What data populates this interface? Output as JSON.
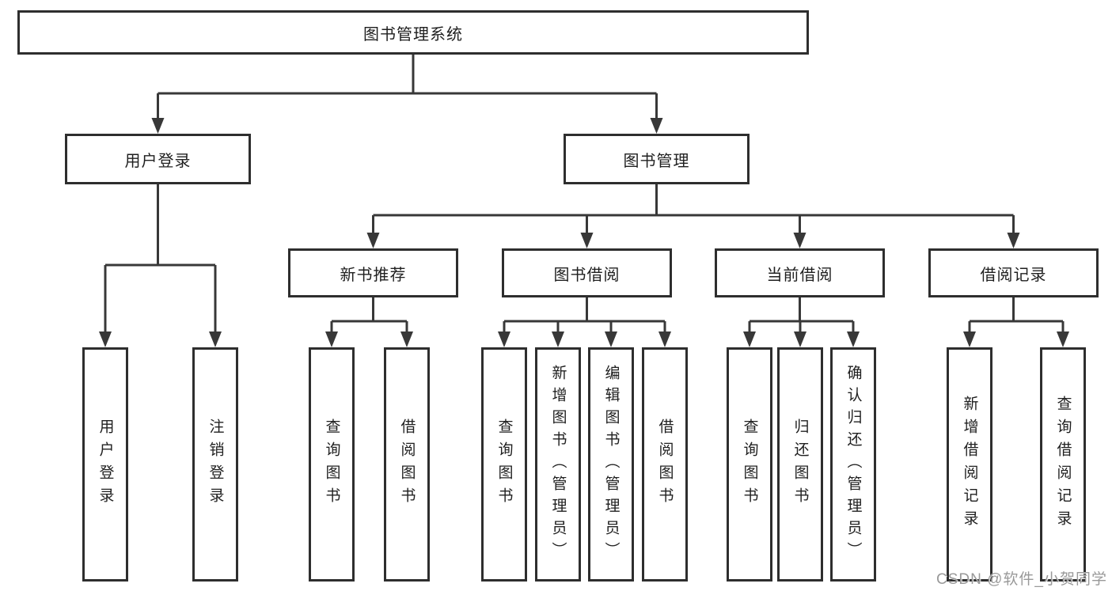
{
  "colors": {
    "background": "#ffffff",
    "line": "#383838",
    "box_border": "#2e2e2e",
    "text": "#1f1f1f",
    "watermark": "#999999"
  },
  "diagram": {
    "root": {
      "label": "图书管理系统"
    },
    "level2": [
      {
        "label": "用户登录"
      },
      {
        "label": "图书管理"
      }
    ],
    "level3": [
      {
        "label": "新书推荐",
        "parent": "图书管理"
      },
      {
        "label": "图书借阅",
        "parent": "图书管理"
      },
      {
        "label": "当前借阅",
        "parent": "图书管理"
      },
      {
        "label": "借阅记录",
        "parent": "图书管理"
      }
    ],
    "leaves": [
      {
        "label": "用户登录",
        "parent": "用户登录"
      },
      {
        "label": "注销登录",
        "parent": "用户登录"
      },
      {
        "label": "查询图书",
        "parent": "新书推荐"
      },
      {
        "label": "借阅图书",
        "parent": "新书推荐"
      },
      {
        "label": "查询图书",
        "parent": "图书借阅"
      },
      {
        "label": "新增图书（管理员）",
        "parent": "图书借阅"
      },
      {
        "label": "编辑图书（管理员）",
        "parent": "图书借阅"
      },
      {
        "label": "借阅图书",
        "parent": "图书借阅"
      },
      {
        "label": "查询图书",
        "parent": "当前借阅"
      },
      {
        "label": "归还图书",
        "parent": "当前借阅"
      },
      {
        "label": "确认归还（管理员）",
        "parent": "当前借阅"
      },
      {
        "label": "新增借阅记录",
        "parent": "借阅记录"
      },
      {
        "label": "查询借阅记录",
        "parent": "借阅记录"
      }
    ]
  },
  "watermark": {
    "text": "CSDN @软件_小贺同学"
  }
}
